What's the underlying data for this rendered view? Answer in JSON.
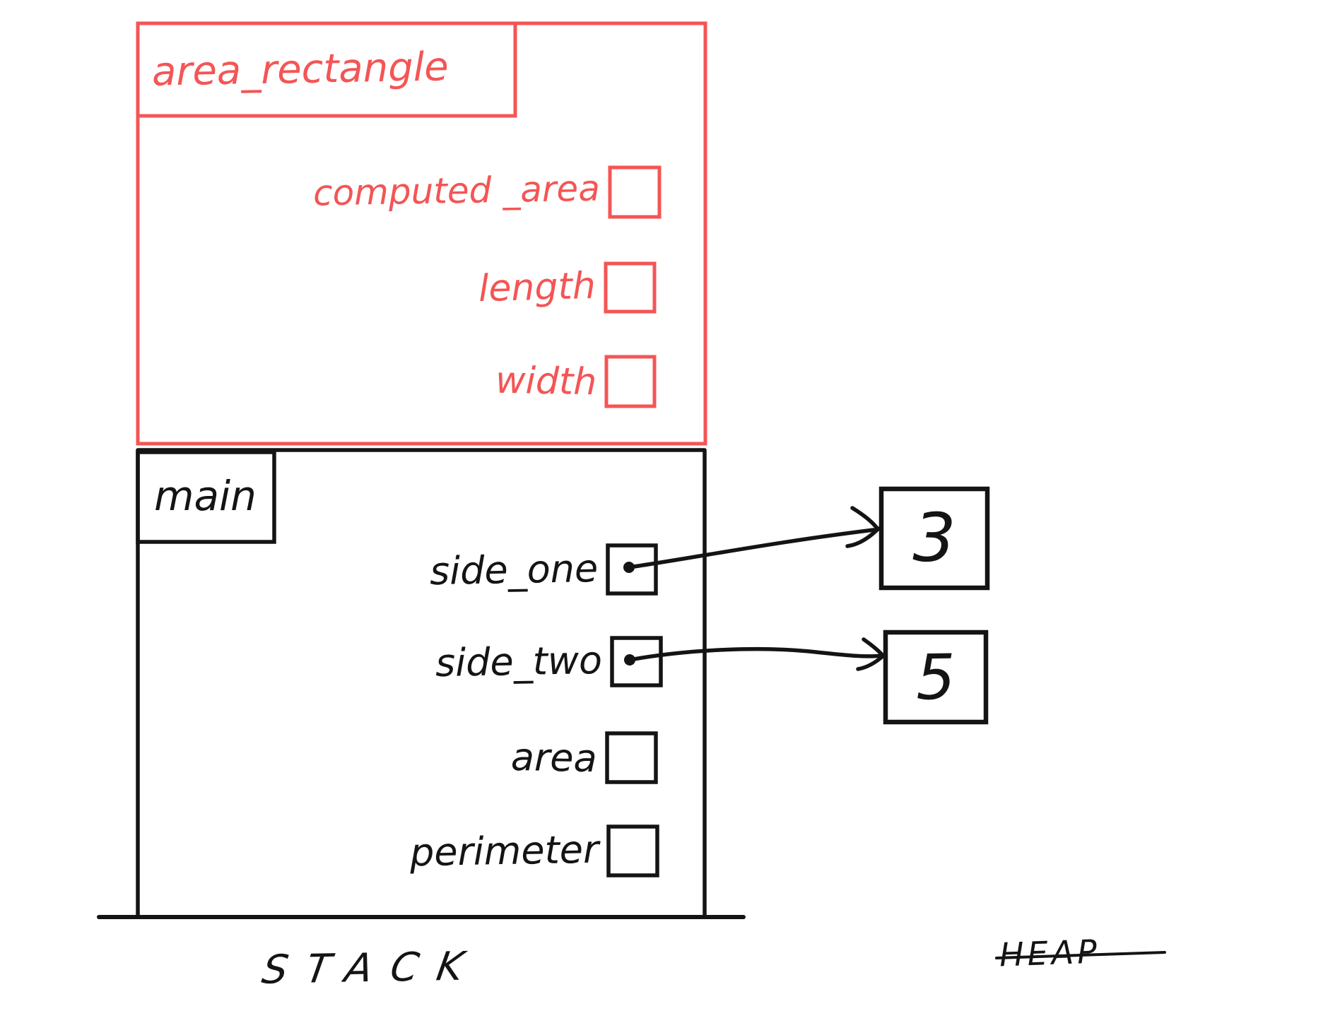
{
  "colors": {
    "frame_red": "#f45555",
    "ink_black": "#141414",
    "background": "#ffffff"
  },
  "stack": {
    "label": "STACK",
    "frames": [
      {
        "name": "area_rectangle",
        "variables": [
          {
            "name": "computed _area"
          },
          {
            "name": "length"
          },
          {
            "name": "width"
          }
        ]
      },
      {
        "name": "main",
        "variables": [
          {
            "name": "side_one",
            "points_to": "3"
          },
          {
            "name": "side_two",
            "points_to": "5"
          },
          {
            "name": "area"
          },
          {
            "name": "perimeter"
          }
        ]
      }
    ]
  },
  "heap": {
    "label": "HEAP",
    "values": [
      {
        "value": "3"
      },
      {
        "value": "5"
      }
    ]
  }
}
